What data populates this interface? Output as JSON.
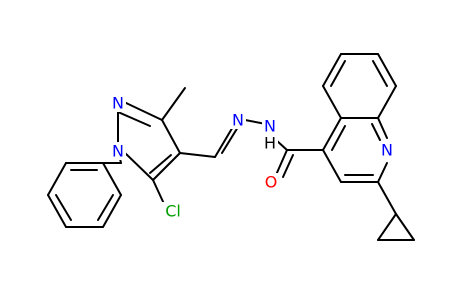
{
  "structure": {
    "atom_labels": {
      "n_pyrazole_1": "N",
      "n_pyrazole_2": "N",
      "cl": "Cl",
      "n_imine": "N",
      "nh_label": "N",
      "h_label": "H",
      "o_carbonyl": "O",
      "n_quinoline": "N"
    },
    "colors": {
      "bond": "#000000",
      "nitrogen": "#0000ff",
      "oxygen": "#ff0000",
      "chlorine": "#00a000",
      "hydrogen": "#000000"
    }
  }
}
